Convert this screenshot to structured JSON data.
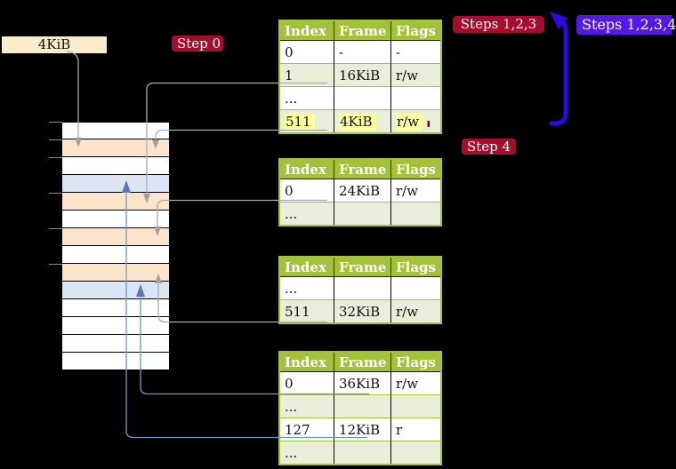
{
  "diagram": {
    "cr3_label": "4KiB",
    "badges": {
      "step0": "Step 0",
      "steps123": "Steps 1,2,3",
      "steps1234": "Steps 1,2,3,4",
      "step4": "Step 4"
    },
    "colors": {
      "background": "#000000",
      "table_header_green": "#a3c139",
      "table_row_green": "#e8eed7",
      "memory_frame_peach": "#fce3cc",
      "memory_frame_blue": "#dbe5f3",
      "highlight_yellow": "#feff9e",
      "badge_crimson": "#a30e2d",
      "badge_blue": "#5519e6",
      "loop_arrow_blue": "#2d0ae0",
      "connector_gray": "#ababab",
      "connector_blue": "#7295c5",
      "root_box_tan": "#fbeccb"
    },
    "memory": {
      "row_colors": [
        "mem-white",
        "mem-peach",
        "mem-white",
        "mem-blue",
        "mem-peach",
        "mem-white",
        "mem-peach",
        "mem-white",
        "mem-peach",
        "mem-blue",
        "mem-white",
        "mem-white",
        "mem-white",
        "mem-white"
      ]
    },
    "tables": [
      {
        "name": "page-table-level-1",
        "headers": [
          "Index",
          "Frame",
          "Flags"
        ],
        "rows": [
          {
            "cells": [
              "0",
              "-",
              "-"
            ],
            "shaded": false,
            "highlight": false
          },
          {
            "cells": [
              "1",
              "16KiB",
              "r/w"
            ],
            "shaded": true,
            "highlight": false
          },
          {
            "cells": [
              "...",
              "",
              ""
            ],
            "shaded": false,
            "highlight": false
          },
          {
            "cells": [
              "511",
              "4KiB",
              "r/w"
            ],
            "shaded": true,
            "highlight": true
          }
        ]
      },
      {
        "name": "page-table-level-2",
        "headers": [
          "Index",
          "Frame",
          "Flags"
        ],
        "rows": [
          {
            "cells": [
              "0",
              "24KiB",
              "r/w"
            ],
            "shaded": false,
            "highlight": false
          },
          {
            "cells": [
              "...",
              "",
              ""
            ],
            "shaded": true,
            "highlight": false
          }
        ]
      },
      {
        "name": "page-table-level-3",
        "headers": [
          "Index",
          "Frame",
          "Flags"
        ],
        "rows": [
          {
            "cells": [
              "...",
              "",
              ""
            ],
            "shaded": false,
            "highlight": false
          },
          {
            "cells": [
              "511",
              "32KiB",
              "r/w"
            ],
            "shaded": true,
            "highlight": false
          }
        ]
      },
      {
        "name": "page-table-level-4",
        "headers": [
          "Index",
          "Frame",
          "Flags"
        ],
        "rows": [
          {
            "cells": [
              "0",
              "36KiB",
              "r/w"
            ],
            "shaded": false,
            "highlight": false
          },
          {
            "cells": [
              "...",
              "",
              ""
            ],
            "shaded": true,
            "highlight": false
          },
          {
            "cells": [
              "127",
              "12KiB",
              "r"
            ],
            "shaded": false,
            "highlight": false
          },
          {
            "cells": [
              "...",
              "",
              ""
            ],
            "shaded": true,
            "highlight": false
          }
        ]
      }
    ]
  }
}
